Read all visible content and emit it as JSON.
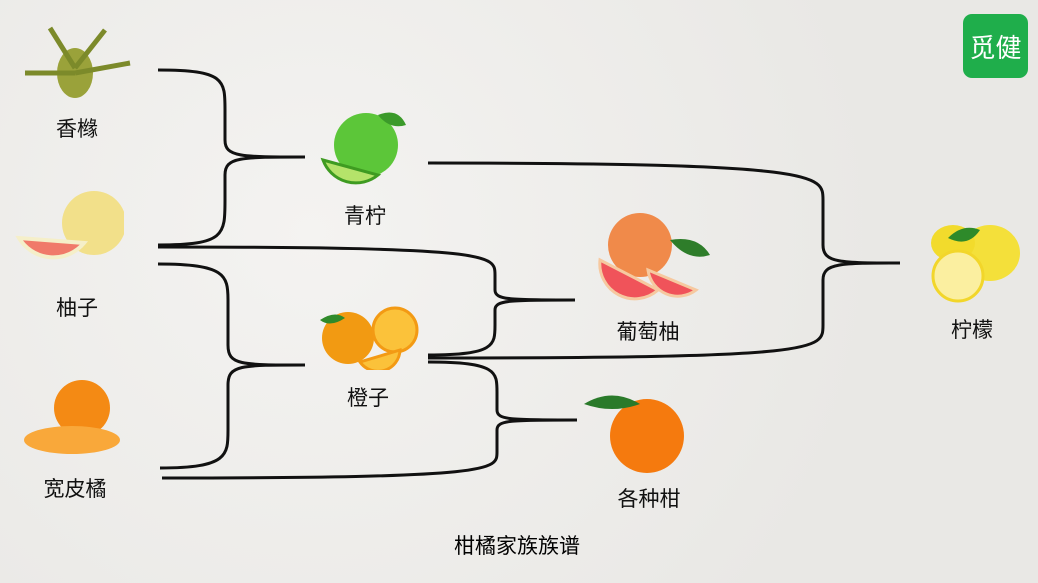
{
  "logo": "觅健",
  "title": "柑橘家族族谱",
  "nodes": {
    "citron": "香橼",
    "pomelo": "柚子",
    "mandarin": "宽皮橘",
    "lime": "青柠",
    "orange": "橙子",
    "grapefruit": "葡萄柚",
    "varieties": "各种柑",
    "lemon": "柠檬"
  },
  "colors": {
    "logo": "#1fae4b"
  }
}
